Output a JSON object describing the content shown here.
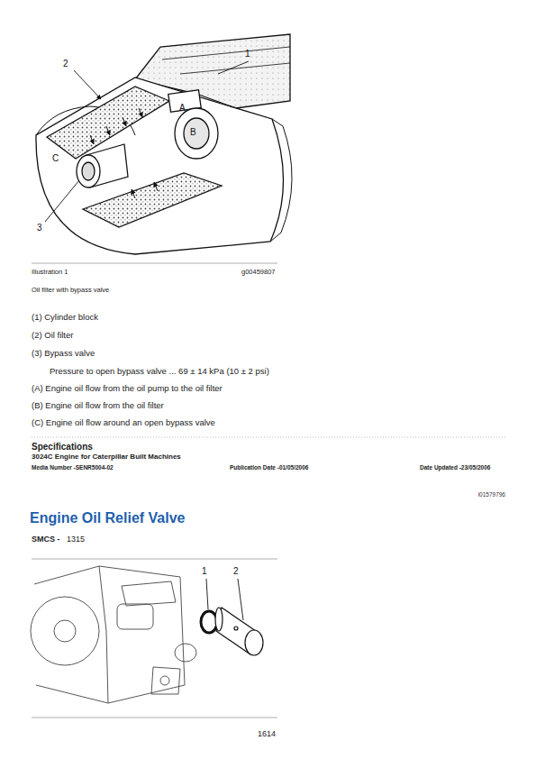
{
  "diagram": {
    "title": "Engine Oil Relief Valve",
    "caption": "Oil filter with bypass valve",
    "labels": [
      "1",
      "2",
      "A",
      "B",
      "C",
      "3",
      "Illustration 1",
      "g00459807",
      "(1) Cylinder block",
      "(2) Oil filter",
      "(3) Bypass valve",
      "Pressure to open bypass valve ... 69 ± 14 kPa (10 ± 2 psi)",
      "(A) Engine oil flow from the oil pump to the oil filter",
      "(B) Engine oil flow from the oil filter",
      "(C) Engine oil flow around an open bypass valve",
      "Specifications",
      "3024C Engine for Caterpillar Built Machines",
      "Media Number -SENR5004-02",
      "Publication Date -01/05/2006",
      "Date Updated -23/05/2006",
      "i01579796",
      "SMCS -",
      "1315",
      "1",
      "2",
      "1614"
    ]
  }
}
